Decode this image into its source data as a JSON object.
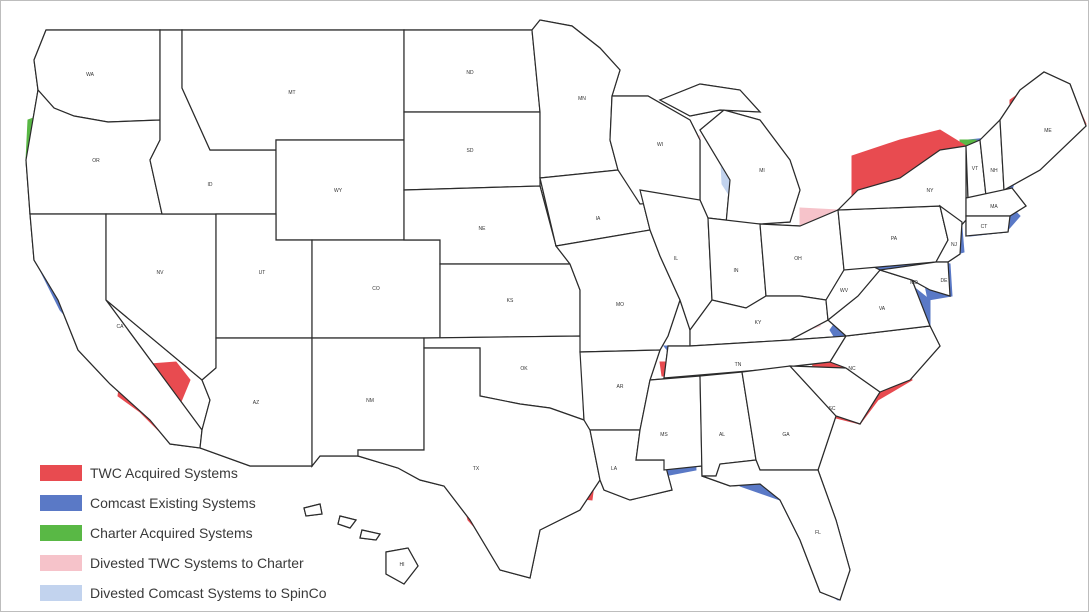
{
  "map": {
    "colors": {
      "twc": "#e84b50",
      "comcast": "#5a79c6",
      "charter": "#59b845",
      "divested_twc": "#f6c3ca",
      "divested_comcast": "#c2d3ee"
    },
    "state_labels": {
      "WA": "WA",
      "OR": "OR",
      "CA": "CA",
      "NV": "NV",
      "ID": "ID",
      "MT": "MT",
      "WY": "WY",
      "UT": "UT",
      "AZ": "AZ",
      "CO": "CO",
      "NM": "NM",
      "ND": "ND",
      "SD": "SD",
      "NE": "NE",
      "KS": "KS",
      "OK": "OK",
      "TX": "TX",
      "MN": "MN",
      "IA": "IA",
      "MO": "MO",
      "AR": "AR",
      "LA": "LA",
      "WI": "WI",
      "IL": "IL",
      "MI": "MI",
      "IN": "IN",
      "OH": "OH",
      "KY": "KY",
      "TN": "TN",
      "MS": "MS",
      "AL": "AL",
      "GA": "GA",
      "FL": "FL",
      "SC": "SC",
      "NC": "NC",
      "VA": "VA",
      "WV": "WV",
      "PA": "PA",
      "NY": "NY",
      "VT": "VT",
      "NH": "NH",
      "ME": "ME",
      "MA": "MA",
      "CT": "CT",
      "NJ": "NJ",
      "DE": "DE",
      "MD": "MD",
      "HI": "HI"
    }
  },
  "legend": {
    "items": [
      {
        "label": "TWC Acquired Systems",
        "color": "#e84b50"
      },
      {
        "label": "Comcast Existing Systems",
        "color": "#5a79c6"
      },
      {
        "label": "Charter Acquired Systems",
        "color": "#59b845"
      },
      {
        "label": "Divested TWC Systems to Charter",
        "color": "#f6c3ca"
      },
      {
        "label": "Divested Comcast Systems to SpinCo",
        "color": "#c2d3ee"
      }
    ]
  }
}
